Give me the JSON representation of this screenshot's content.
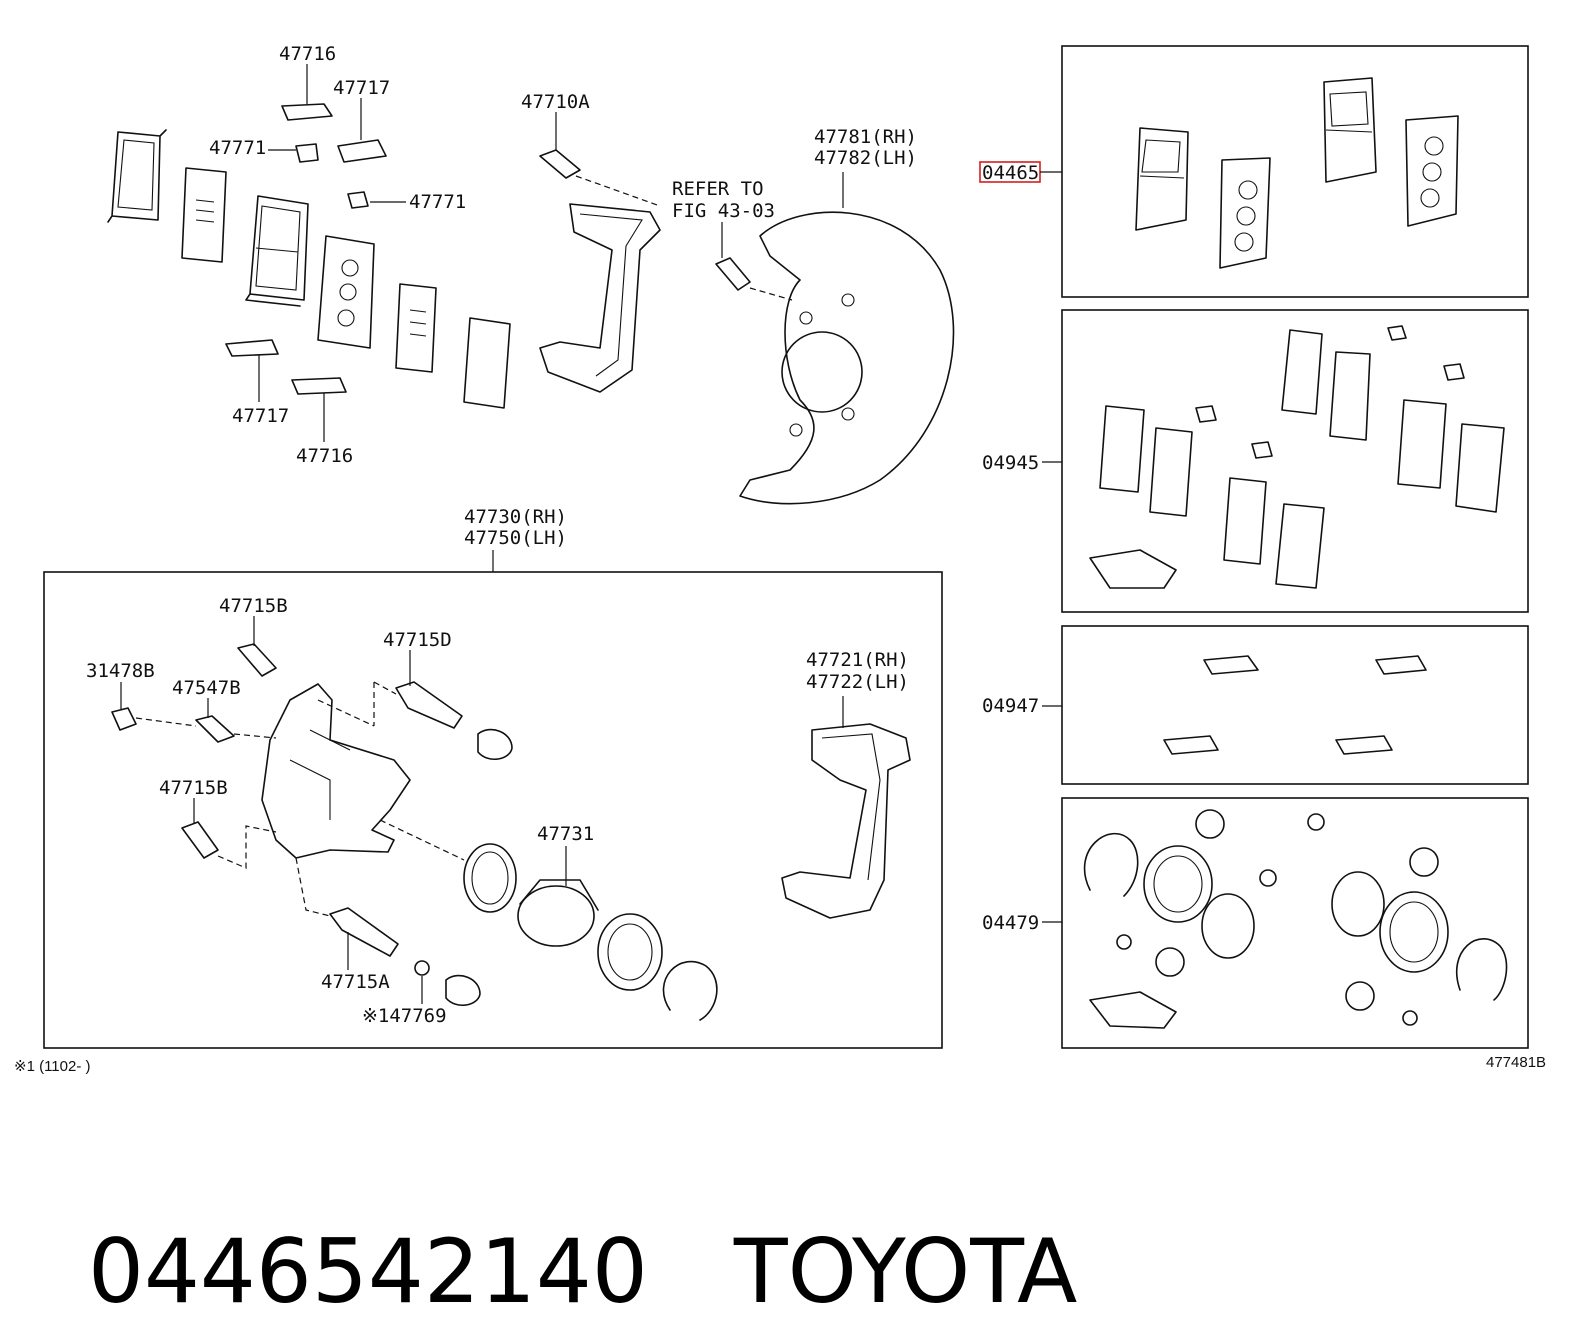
{
  "diagram": {
    "callouts": {
      "c47716_top": "47716",
      "c47717_top": "47717",
      "c47771_a": "47771",
      "c47771_b": "47771",
      "c47717_bottom": "47717",
      "c47716_bottom": "47716",
      "c47710A": "47710A",
      "refer_to": "REFER TO",
      "fig_ref": "FIG 43-03",
      "c47781": "47781(RH)",
      "c47782": "47782(LH)",
      "c47730": "47730(RH)",
      "c47750": "47750(LH)",
      "c47715B_a": "47715B",
      "c47715D": "47715D",
      "c31478B": "31478B",
      "c47547B": "47547B",
      "c47715B_b": "47715B",
      "c47731": "47731",
      "c47715A": "47715A",
      "c47769": "※147769",
      "c47721": "47721(RH)",
      "c47722": "47722(LH)",
      "k04465": "04465",
      "k04945": "04945",
      "k04947": "04947",
      "k04479": "04479"
    },
    "footnote": "※1 (1102-    )",
    "figure_id": "477481B"
  },
  "caption": {
    "part_number": "0446542140",
    "brand": "TOYOTA"
  },
  "highlight_color": "#d42020"
}
